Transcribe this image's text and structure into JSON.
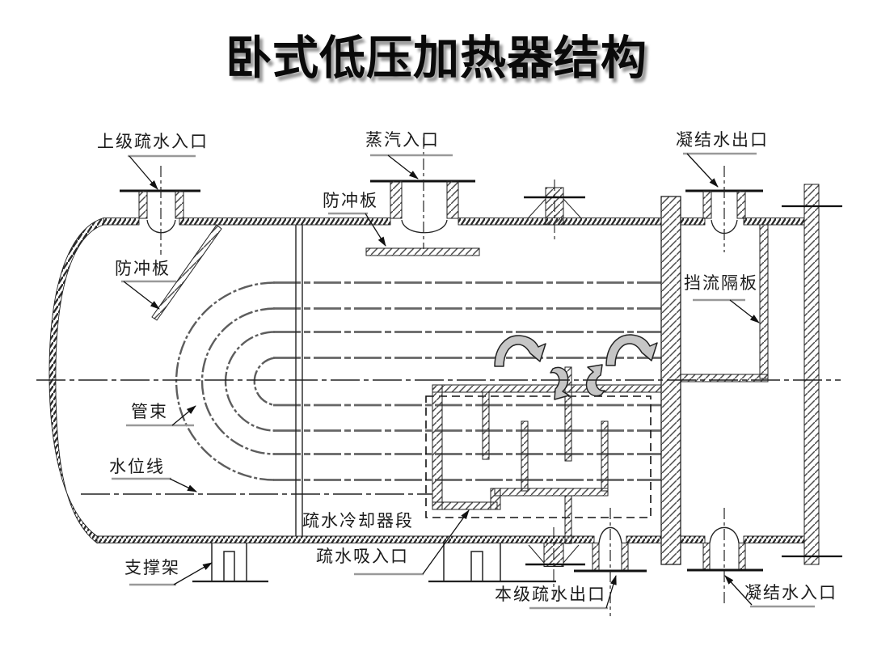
{
  "title": "卧式低压加热器结构",
  "diagram": {
    "labels": {
      "upper_drain_inlet": "上级疏水入口",
      "steam_inlet": "蒸汽入口",
      "condensate_outlet": "凝结水出口",
      "impingement_plate_left": "防冲板",
      "impingement_plate_mid": "防冲板",
      "flow_baffle": "挡流隔板",
      "tube_bundle": "管束",
      "water_level_line": "水位线",
      "drain_cooler_section": "疏水冷却器段",
      "drain_suction_inlet": "疏水吸入口",
      "support_frame": "支撑架",
      "stage_drain_outlet": "本级疏水出口",
      "condensate_inlet": "凝结水入口"
    },
    "colors": {
      "background": "#ffffff",
      "line": "#222222",
      "tube_line": "#666666",
      "leader_underline": "#999999",
      "flow_arrow_fill": "#c6c6c6",
      "title_shadow": "#9a9a9a"
    }
  }
}
